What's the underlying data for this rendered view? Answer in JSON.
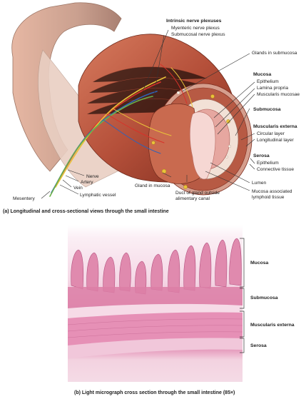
{
  "diagram": {
    "labels": {
      "intrinsic_nerve_plexuses": "Intrinsic nerve plexuses",
      "myenteric_nerve_plexus": "Myenteric nerve plexus",
      "submucosal_nerve_plexus": "Submucosal nerve plexus",
      "glands_in_submucosa": "Glands in submucosa",
      "mucosa": "Mucosa",
      "epithelium": "Epithelium",
      "lamina_propria": "Lamina propria",
      "muscularis_mucosae": "Muscularis mucosae",
      "submucosa": "Submucosa",
      "muscularis_externa": "Muscularis externa",
      "circular_layer": "Circular layer",
      "longitudinal_layer": "Longitudinal layer",
      "serosa": "Serosa",
      "serosa_epithelium": "Epithelium",
      "connective_tissue": "Connective tissue",
      "lumen": "Lumen",
      "mucosa_associated_1": "Mucosa associated",
      "mucosa_associated_2": "lymphoid tissue",
      "duct_1": "Duct of gland outside",
      "duct_2": "alimentary canal",
      "gland_in_mucosa": "Gland in mucosa",
      "nerve": "Nerve",
      "artery": "Artery",
      "vein": "Vein",
      "lymphatic_vessel": "Lymphatic vessel",
      "mesentery": "Mesentery"
    },
    "caption_a": "(a) Longitudinal and cross-sectional views through the small intestine"
  },
  "micrograph": {
    "labels": {
      "mucosa": "Mucosa",
      "submucosa": "Submucosa",
      "muscularis_externa": "Muscularis externa",
      "serosa": "Serosa"
    },
    "caption_b": "(b) Light micrograph cross section through the small intestine (85×)"
  },
  "colors": {
    "muscle": "#b5503a",
    "muscle_dark": "#8a3424",
    "mucosa_pink": "#e6a7a0",
    "artery": "#d8322a",
    "vein": "#2f63b8",
    "nerve": "#e9c23a",
    "lymph": "#6bb04a",
    "stain_pink": "#d9779d",
    "stain_light": "#f2cfe0"
  }
}
